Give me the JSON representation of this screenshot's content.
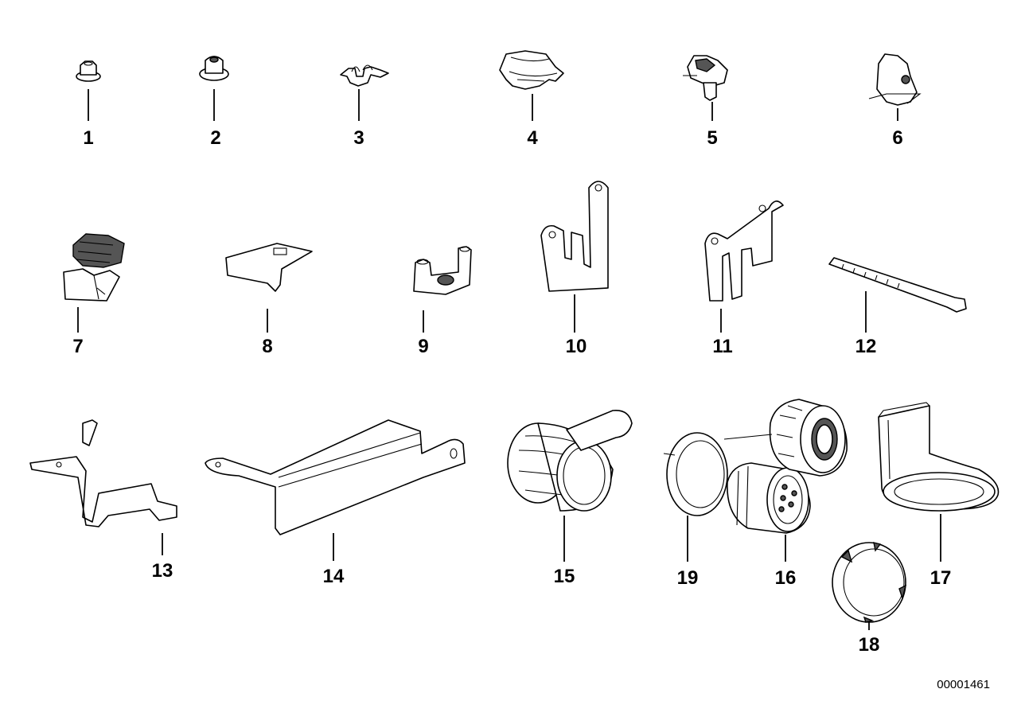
{
  "diagram": {
    "document_number": "00001461",
    "callouts": [
      "1",
      "2",
      "3",
      "4",
      "5",
      "6",
      "7",
      "8",
      "9",
      "10",
      "11",
      "12",
      "13",
      "14",
      "15",
      "16",
      "17",
      "18",
      "19"
    ]
  }
}
